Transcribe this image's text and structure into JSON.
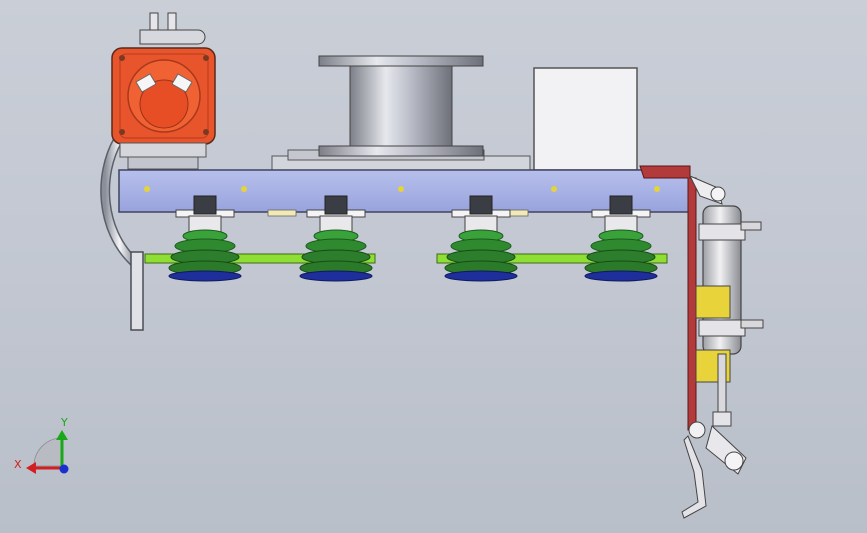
{
  "viewport": {
    "background_top": "#c9ced7",
    "background_bottom": "#b9bfc9"
  },
  "model": {
    "parts": [
      "servo-motor",
      "spool-drum",
      "control-box",
      "mounting-plate",
      "suction-cup",
      "green-rail",
      "pneumatic-cylinder",
      "clamp-arm"
    ],
    "suction_cup_count": 4,
    "colors": {
      "motor": "#e8552c",
      "plate": "#a9b4e6",
      "cup_green": "#2f8a2f",
      "cup_blue": "#1e2f9c",
      "rail": "#8ede34",
      "cylinder": "#d6d6d6",
      "sensor": "#e9d33a",
      "arm_red": "#b23a3a"
    }
  },
  "triad": {
    "x_label": "X",
    "y_label": "Y",
    "x_color": "#d22020",
    "y_color": "#18a818",
    "z_color": "#1a2fd0"
  }
}
